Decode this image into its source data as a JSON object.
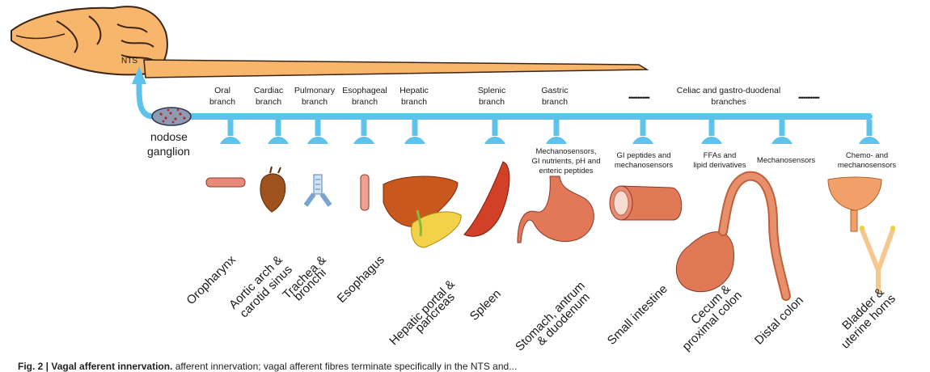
{
  "colors": {
    "nerve": "#5ec3ea",
    "brain_fill": "#f8b66c",
    "brain_stroke": "#3b2413",
    "organ": "#e07050",
    "organ_dark": "#b8472c"
  },
  "brain": {
    "nts_label": "NTS"
  },
  "ganglion": {
    "line1": "nodose",
    "line2": "ganglion"
  },
  "celiac_header": {
    "line1": "Celiac and gastro-duodenal",
    "line2": "branches",
    "dots": "••••••••••••"
  },
  "branches": [
    {
      "line1": "Oral",
      "line2": "branch"
    },
    {
      "line1": "Cardiac",
      "line2": "branch"
    },
    {
      "line1": "Pulmonary",
      "line2": "branch"
    },
    {
      "line1": "Esophageal",
      "line2": "branch"
    },
    {
      "line1": "Hepatic",
      "line2": "branch"
    },
    {
      "line1": "Splenic",
      "line2": "branch"
    },
    {
      "line1": "Gastric",
      "line2": "branch"
    }
  ],
  "sensors": [
    {
      "lines": [
        "Mechanosensors,",
        "GI nutrients, pH and",
        "enteric peptides"
      ]
    },
    {
      "lines": [
        "GI peptides and",
        "mechanosensors"
      ]
    },
    {
      "lines": [
        "FFAs and",
        "lipid derivatives"
      ]
    },
    {
      "lines": [
        "Mechanosensors"
      ]
    },
    {
      "lines": [
        "Chemo- and",
        "mechanosensors"
      ]
    }
  ],
  "organs": [
    {
      "lines": [
        "Oropharynx"
      ]
    },
    {
      "lines": [
        "Aortic arch &",
        "carotid sinus"
      ]
    },
    {
      "lines": [
        "Trachea &",
        "bronchi"
      ]
    },
    {
      "lines": [
        "Esophagus"
      ]
    },
    {
      "lines": [
        "Hepatic portal &",
        "pancreas"
      ]
    },
    {
      "lines": [
        "Spleen"
      ]
    },
    {
      "lines": [
        "Stomach, antrum",
        "& duodenum"
      ]
    },
    {
      "lines": [
        "Small intestine"
      ]
    },
    {
      "lines": [
        "Cecum &",
        "proximal colon"
      ]
    },
    {
      "lines": [
        "Distal colon"
      ]
    },
    {
      "lines": [
        "Bladder &",
        "uterine horns"
      ]
    }
  ],
  "caption": {
    "bold": "Fig. 2 | Vagal afferent innervation.",
    "rest": "                                                                                     afferent innervation; vagal afferent fibres terminate specifically in the NTS and..."
  }
}
